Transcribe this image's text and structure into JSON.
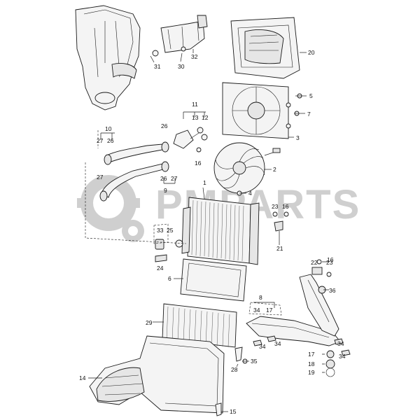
{
  "diagram": {
    "watermark": "PMPARTS",
    "callouts": {
      "c1": "1",
      "c2": "2",
      "c3": "3",
      "c4": "4",
      "c5": "5",
      "c6": "6",
      "c7": "7",
      "c8": "8",
      "c9": "9",
      "c10": "10",
      "c11": "11",
      "c12": "12",
      "c13": "13",
      "c14": "14",
      "c15": "15",
      "c16a": "16",
      "c16b": "16",
      "c16c": "16",
      "c17a": "17",
      "c17b": "17",
      "c18": "18",
      "c19": "19",
      "c20": "20",
      "c21": "21",
      "c22": "22",
      "c23a": "23",
      "c23b": "23",
      "c24": "24",
      "c25": "25",
      "c26a": "26",
      "c26b": "26",
      "c26c": "26",
      "c27a": "27",
      "c27b": "27",
      "c27c": "27",
      "c28": "28",
      "c29": "29",
      "c30": "30",
      "c31": "31",
      "c32": "32",
      "c33": "33",
      "c34a": "34",
      "c34b": "34",
      "c34c": "34",
      "c34d": "34",
      "c34e": "34",
      "c35": "35",
      "c36": "36"
    }
  }
}
